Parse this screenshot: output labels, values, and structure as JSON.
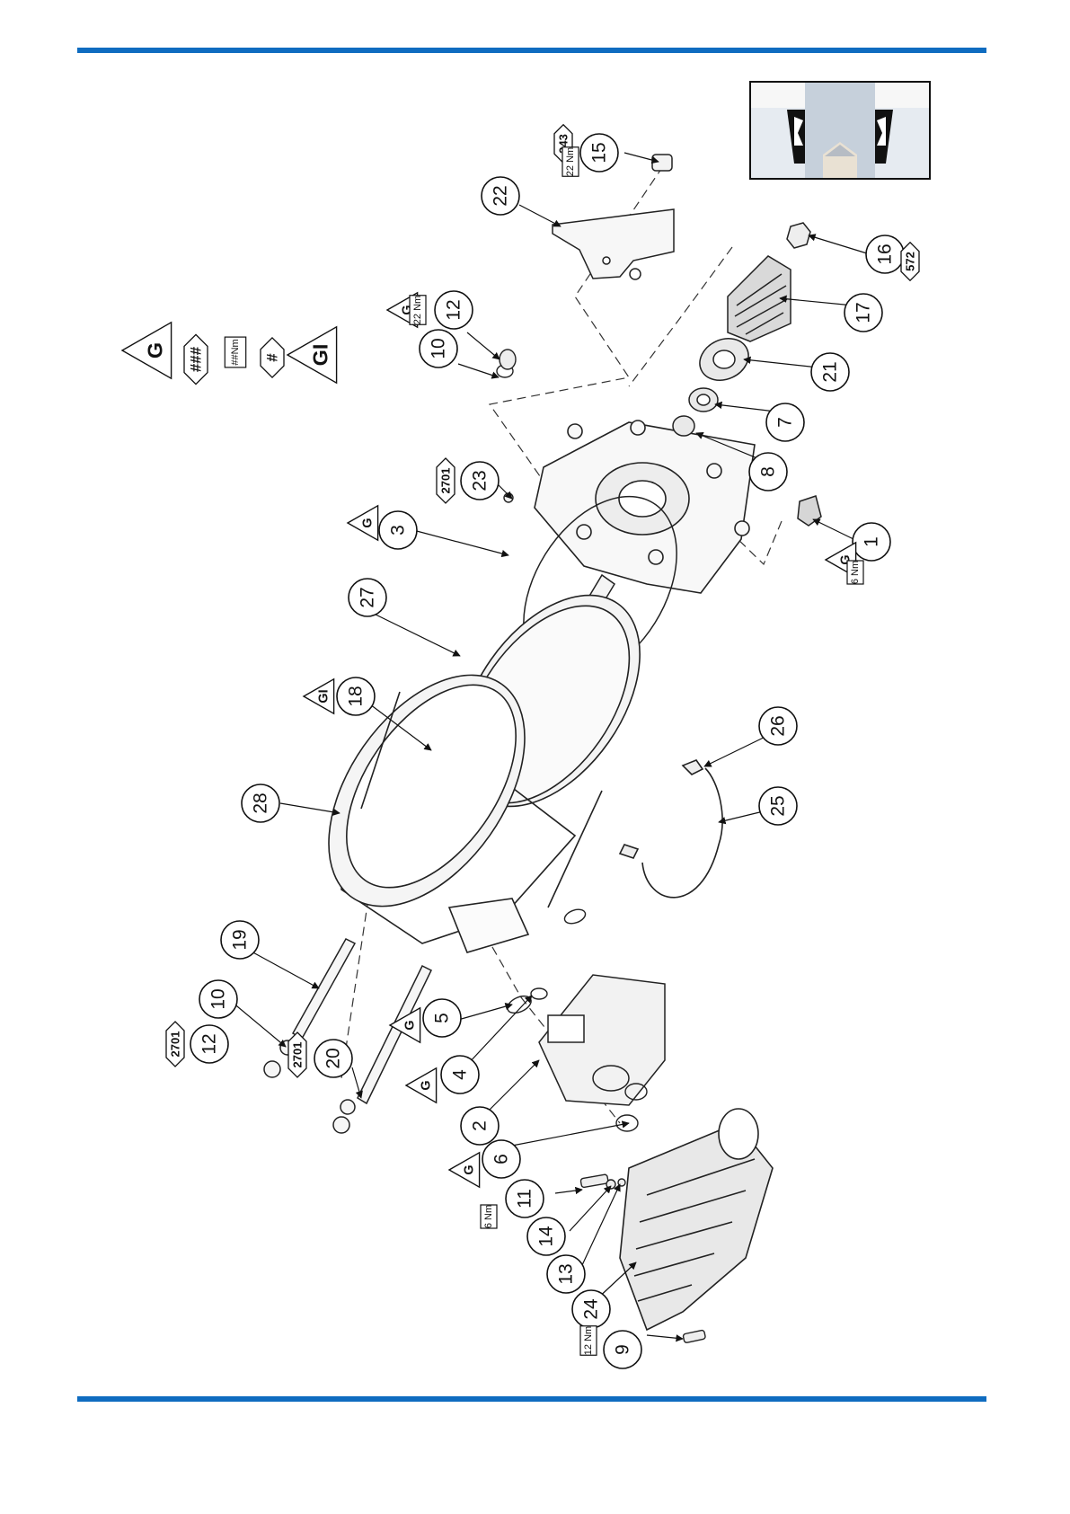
{
  "page": {
    "rule_color": "#0f6cc0"
  },
  "legend": [
    {
      "type": "triangle",
      "text": "G"
    },
    {
      "type": "diamond",
      "text": "###"
    },
    {
      "type": "box",
      "text": "##Nm"
    },
    {
      "type": "diamond",
      "text": "#"
    },
    {
      "type": "triangle",
      "text": "GI"
    }
  ],
  "callouts": [
    {
      "label": "15",
      "tags": [
        {
          "type": "diamond",
          "text": "243"
        },
        {
          "type": "box",
          "text": "22 Nm"
        }
      ]
    },
    {
      "label": "22",
      "tags": []
    },
    {
      "label": "12",
      "tags": [
        {
          "type": "triangle",
          "text": "G"
        },
        {
          "type": "box",
          "text": "22 Nm"
        }
      ]
    },
    {
      "label": "10",
      "tags": []
    },
    {
      "label": "16",
      "tags": [
        {
          "type": "diamond",
          "text": "572"
        }
      ]
    },
    {
      "label": "17",
      "tags": []
    },
    {
      "label": "21",
      "tags": []
    },
    {
      "label": "7",
      "tags": []
    },
    {
      "label": "8",
      "tags": []
    },
    {
      "label": "23",
      "tags": [
        {
          "type": "diamond",
          "text": "2701"
        }
      ]
    },
    {
      "label": "3",
      "tags": [
        {
          "type": "triangle",
          "text": "G"
        }
      ]
    },
    {
      "label": "1",
      "tags": [
        {
          "type": "triangle",
          "text": "G"
        },
        {
          "type": "box",
          "text": "6 Nm"
        }
      ]
    },
    {
      "label": "27",
      "tags": []
    },
    {
      "label": "18",
      "tags": [
        {
          "type": "triangle",
          "text": "GI"
        }
      ]
    },
    {
      "label": "28",
      "tags": []
    },
    {
      "label": "26",
      "tags": []
    },
    {
      "label": "25",
      "tags": []
    },
    {
      "label": "19",
      "tags": []
    },
    {
      "label": "10",
      "tags": []
    },
    {
      "label": "12",
      "tags": [
        {
          "type": "diamond",
          "text": "2701"
        }
      ]
    },
    {
      "label": "20",
      "tags": [
        {
          "type": "diamond",
          "text": "2701"
        }
      ]
    },
    {
      "label": "5",
      "tags": [
        {
          "type": "triangle",
          "text": "G"
        }
      ]
    },
    {
      "label": "4",
      "tags": [
        {
          "type": "triangle",
          "text": "G"
        }
      ]
    },
    {
      "label": "2",
      "tags": []
    },
    {
      "label": "6",
      "tags": [
        {
          "type": "triangle",
          "text": "G"
        }
      ]
    },
    {
      "label": "11",
      "tags": [
        {
          "type": "box",
          "text": "6 Nm"
        }
      ]
    },
    {
      "label": "14",
      "tags": []
    },
    {
      "label": "13",
      "tags": []
    },
    {
      "label": "24",
      "tags": []
    },
    {
      "label": "9",
      "tags": [
        {
          "type": "box",
          "text": "12 Nm"
        }
      ]
    }
  ]
}
